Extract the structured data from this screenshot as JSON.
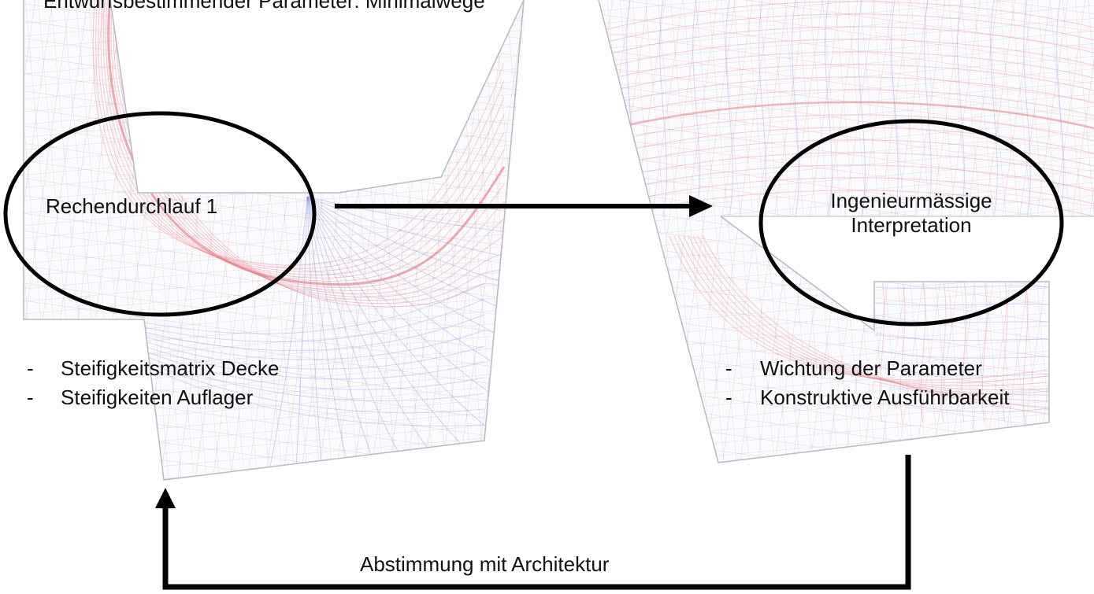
{
  "title": "Entwurfsbestimmender Parameter: Minimalwege",
  "left_circle_label": "Rechendurchlauf 1",
  "right_circle_label_line1": "Ingenieurmässige",
  "right_circle_label_line2": "Interpretation",
  "left_list": [
    {
      "bullet": "-",
      "text": "Steifigkeitsmatrix Decke"
    },
    {
      "bullet": "-",
      "text": "Steifigkeiten Auflager"
    }
  ],
  "right_list": [
    {
      "bullet": "-",
      "text": "Wichtung der Parameter"
    },
    {
      "bullet": "-",
      "text": "Konstruktive Ausführbarkeit"
    }
  ],
  "bottom_label": "Abstimmung mit Architektur",
  "colors": {
    "red_lines": "#e8707a",
    "blue_lines": "#7f86e6",
    "outline": "#b9b9c4",
    "arrow": "#000000",
    "circle": "#000000"
  }
}
